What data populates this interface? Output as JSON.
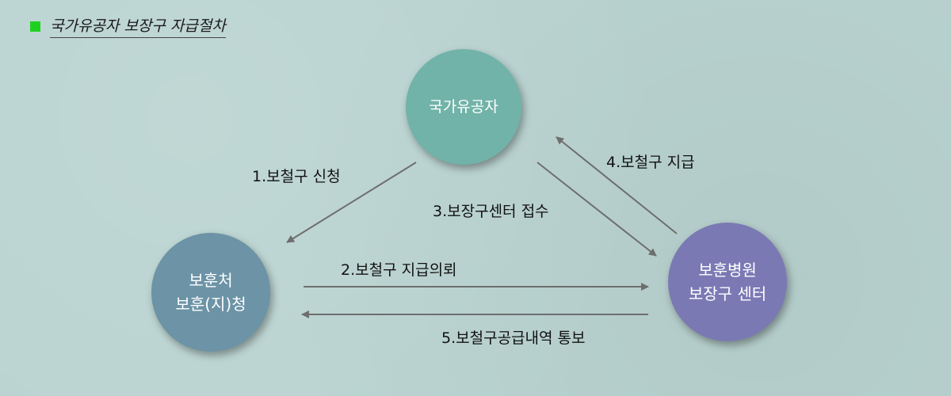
{
  "header": {
    "title": "국가유공자 보장구 자급절차"
  },
  "nodes": {
    "veteran": {
      "label": "국가유공자"
    },
    "bohun_office": {
      "line1": "보훈처",
      "line2": "보훈(지)청"
    },
    "bohun_hospital": {
      "line1": "보훈병원",
      "line2": "보장구 센터"
    }
  },
  "steps": {
    "step1": "1.보철구 신청",
    "step2": "2.보철구 지급의뢰",
    "step3": "3.보장구센터 접수",
    "step4": "4.보철구 지급",
    "step5": "5.보철구공급내역 통보"
  },
  "colors": {
    "background": "#b9d3d0",
    "veteran_node": "#71b3a8",
    "office_node": "#6c93a6",
    "hospital_node": "#7b79b4",
    "arrow": "#6e6e6e",
    "header_square": "#1fd11f"
  }
}
